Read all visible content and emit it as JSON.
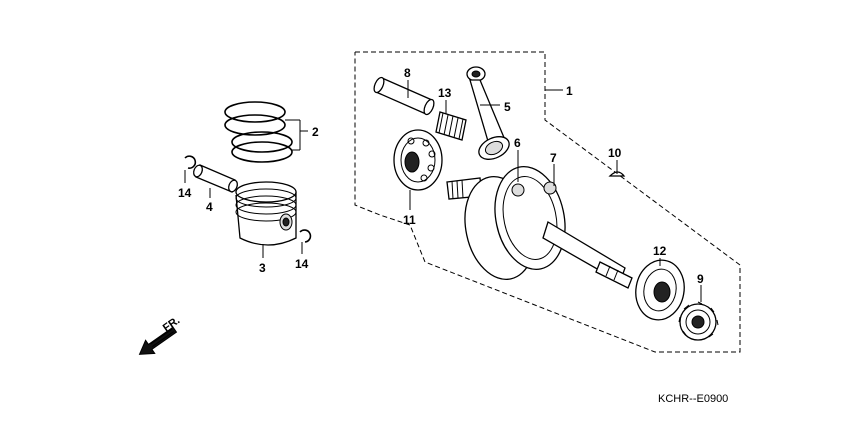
{
  "diagram_code": "KCHR--E0900",
  "direction_label": "FR.",
  "callouts": {
    "c1": "1",
    "c2": "2",
    "c3": "3",
    "c4": "4",
    "c5": "5",
    "c6": "6",
    "c7": "7",
    "c8": "8",
    "c9": "9",
    "c10": "10",
    "c11": "11",
    "c12": "12",
    "c13": "13",
    "c14a": "14",
    "c14b": "14"
  }
}
